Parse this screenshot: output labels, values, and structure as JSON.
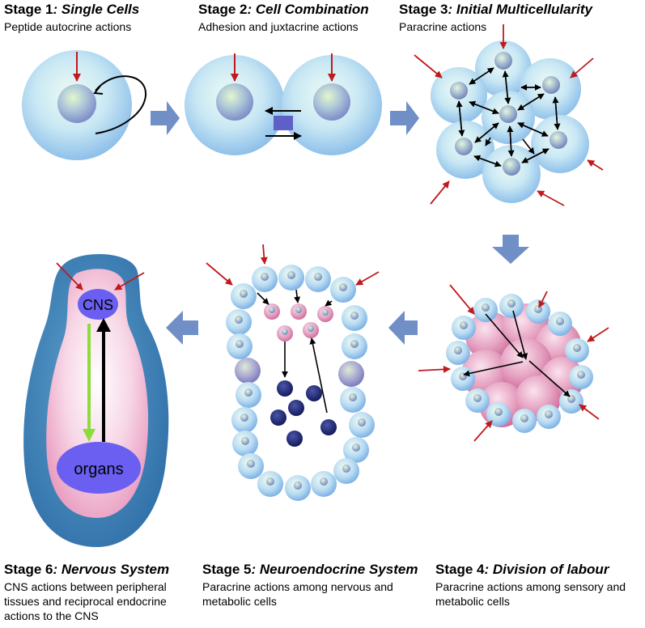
{
  "stages": [
    {
      "prefix": "Stage 1",
      "sep": ": ",
      "name": "Single Cells",
      "desc": "Peptide autocrine actions"
    },
    {
      "prefix": "Stage 2",
      "sep": ": ",
      "name": "Cell Combination",
      "desc": "Adhesion and juxtacrine actions"
    },
    {
      "prefix": "Stage 3",
      "sep": ": ",
      "name": "Initial Multicellularity",
      "desc": "Paracrine actions"
    },
    {
      "prefix": "Stage 4",
      "sep": ": ",
      "name": "Division of labour",
      "desc": "Paracrine actions among sensory and metabolic cells"
    },
    {
      "prefix": "Stage 5",
      "sep": ": ",
      "name": "Neuroendocrine System",
      "desc": "Paracrine actions among nervous and metabolic cells"
    },
    {
      "prefix": "Stage 6",
      "sep": ": ",
      "name": "Nervous System",
      "desc": "CNS actions between peripheral tissues and reciprocal endocrine actions to the CNS"
    }
  ],
  "labels": {
    "cns": "CNS",
    "organs": "organs"
  },
  "colors": {
    "signal_arrow": "#c0191e",
    "flow_arrow": "#6f8fc6",
    "return_arrow": "#8cdc3c",
    "nerve_cell": "#e08ab0",
    "neuron": "#1c2470"
  }
}
